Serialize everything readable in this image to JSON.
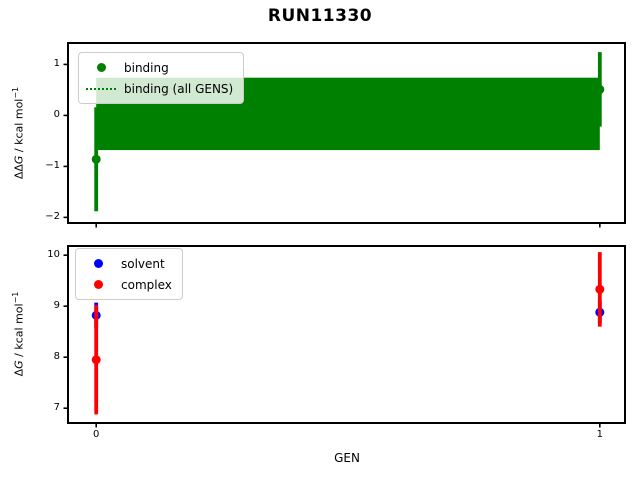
{
  "figure": {
    "title": "RUN11330",
    "background_color": "#ffffff",
    "axes_color": "#000000"
  },
  "chart_data": [
    {
      "type": "scatter",
      "subplot": "top",
      "ylabel": "ΔΔG / kcal mol⁻¹",
      "ylabel_parts": {
        "prefix": "ΔΔ",
        "symbol": "G",
        "unit": " / kcal mol",
        "exponent": "−1"
      },
      "xlabel": "",
      "xlim": [
        -0.056,
        1.05
      ],
      "ylim": [
        -2.11,
        1.42
      ],
      "grid": false,
      "yticks": [
        {
          "value": 1,
          "label": "1"
        },
        {
          "value": 0,
          "label": "0"
        },
        {
          "value": -1,
          "label": "−1"
        },
        {
          "value": -2,
          "label": "−2"
        }
      ],
      "xticks": [
        {
          "value": 0
        },
        {
          "value": 1
        }
      ],
      "legend": {
        "position": "upper-left",
        "entries": [
          {
            "label": "binding",
            "marker": "dot",
            "color": "#008000"
          },
          {
            "label": "binding (all GENS)",
            "marker": "dotted-line",
            "color": "#008000"
          }
        ]
      },
      "series": [
        {
          "name": "binding (all GENS)",
          "type": "band",
          "color": "#008000",
          "line_style": "dotted",
          "x": [
            0,
            1
          ],
          "y_center": 0.03,
          "y_low": -0.68,
          "y_high": 0.74
        },
        {
          "name": "binding",
          "type": "errorbar",
          "color": "#008000",
          "marker": "circle",
          "points": [
            {
              "x": 0,
              "y": -0.86,
              "yerr": 1.02
            },
            {
              "x": 1,
              "y": 0.51,
              "yerr": 0.73
            }
          ]
        }
      ]
    },
    {
      "type": "scatter",
      "subplot": "bottom",
      "ylabel": "ΔG / kcal mol⁻¹",
      "ylabel_parts": {
        "prefix": "Δ",
        "symbol": "G",
        "unit": " / kcal mol",
        "exponent": "−1"
      },
      "xlabel": "GEN",
      "xlim": [
        -0.056,
        1.05
      ],
      "ylim": [
        6.71,
        10.18
      ],
      "grid": false,
      "yticks": [
        {
          "value": 10,
          "label": "10"
        },
        {
          "value": 9,
          "label": "9"
        },
        {
          "value": 8,
          "label": "8"
        },
        {
          "value": 7,
          "label": "7"
        }
      ],
      "xticks": [
        {
          "value": 0,
          "label": "0"
        },
        {
          "value": 1,
          "label": "1"
        }
      ],
      "legend": {
        "position": "upper-left",
        "entries": [
          {
            "label": "solvent",
            "marker": "dot",
            "color": "#0000ff"
          },
          {
            "label": "complex",
            "marker": "dot",
            "color": "#ff0000"
          }
        ]
      },
      "series": [
        {
          "name": "solvent",
          "type": "errorbar",
          "color": "#0000ff",
          "marker": "circle",
          "points": [
            {
              "x": 0,
              "y": 8.82,
              "yerr": 0.25
            },
            {
              "x": 1,
              "y": 8.88,
              "yerr": 0.22
            }
          ]
        },
        {
          "name": "complex",
          "type": "errorbar",
          "color": "#ff0000",
          "marker": "circle",
          "points": [
            {
              "x": 0,
              "y": 7.95,
              "yerr": 1.07
            },
            {
              "x": 1,
              "y": 9.33,
              "yerr": 0.73
            }
          ]
        }
      ]
    }
  ]
}
